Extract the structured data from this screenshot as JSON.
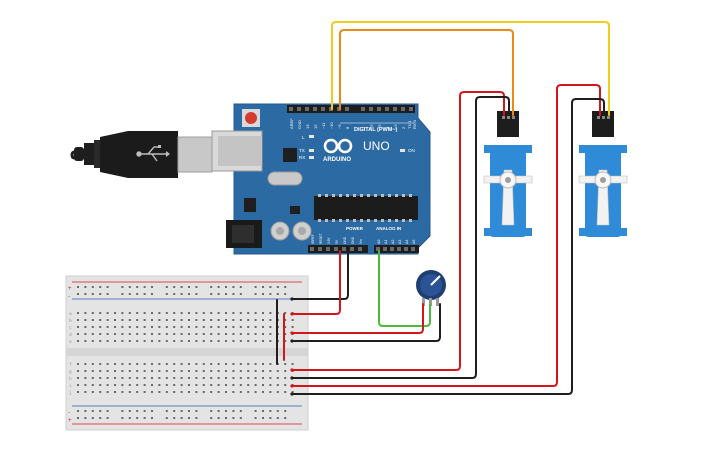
{
  "board": {
    "brand": "ARDUINO",
    "model": "UNO",
    "digital_label": "DIGITAL (PWM~)",
    "power_label": "POWER",
    "analog_label": "ANALOG IN",
    "led_l": "L",
    "led_tx": "TX",
    "led_rx": "RX",
    "led_on": "ON",
    "digital_pins": [
      "AREF",
      "GND",
      "13",
      "12",
      "~11",
      "~10",
      "~9",
      "8",
      "7",
      "~6",
      "~5",
      "4",
      "~3",
      "2",
      "TX 1",
      "RX 0"
    ],
    "power_pins": [
      "IOREF",
      "RESET",
      "3.3V",
      "5V",
      "GND",
      "GND",
      "Vin"
    ],
    "analog_pins": [
      "A0",
      "A1",
      "A2",
      "A3",
      "A4",
      "A5"
    ]
  },
  "breadboard": {
    "rail_plus": "+",
    "rail_minus": "-",
    "row_letters_top": [
      "a",
      "b",
      "c",
      "d",
      "e"
    ],
    "row_letters_bottom": [
      "f",
      "g",
      "h",
      "i",
      "j"
    ],
    "columns": 30
  },
  "colors": {
    "board": "#2c6aa3",
    "wire_red": "#d3161b",
    "wire_black": "#1e1e1e",
    "wire_green": "#4cba3c",
    "wire_orange": "#e88a1a",
    "wire_yellow": "#f0cc1c",
    "servo": "#2f8bd8"
  }
}
